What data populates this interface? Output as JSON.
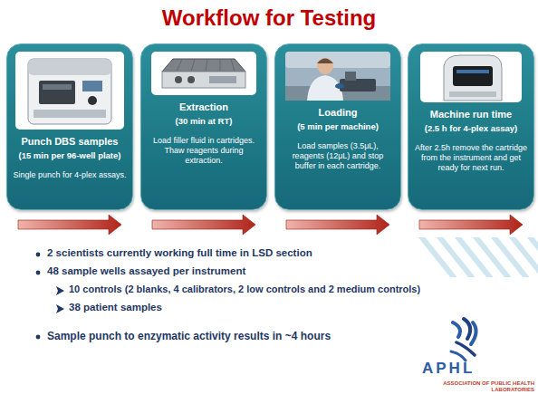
{
  "diagram": {
    "title": "Workflow for Testing",
    "nodes": [
      {
        "text": [
          "Punch DBS samples",
          "(15 min per 96-well plate)",
          "Single punch for 4-plex assays."
        ]
      },
      {
        "text": [
          "Extraction",
          "(30 min at RT)",
          "Load filler fluid in cartridges. Thaw reagents during extraction."
        ]
      },
      {
        "text": [
          "Loading",
          "(5 min per machine)",
          "Load samples (3.5μL), reagents (12μL) and stop buffer in each cartridge."
        ]
      },
      {
        "text": [
          "Machine run time",
          "(2.5 h for 4-plex assay)",
          "After 2.5h remove the cartridge from the instrument and get ready for next run."
        ]
      }
    ],
    "labels": [
      "2 scientists currently working full time in LSD section",
      "48 sample wells assayed per instrument",
      "10 controls (2 blanks, 4 calibrators, 2 low controls and 2 medium controls)",
      "38 patient samples",
      "Sample punch to enzymatic activity results in ~4 hours",
      "APHL",
      "ASSOCIATION OF PUBLIC HEALTH LABORATORIES"
    ]
  }
}
